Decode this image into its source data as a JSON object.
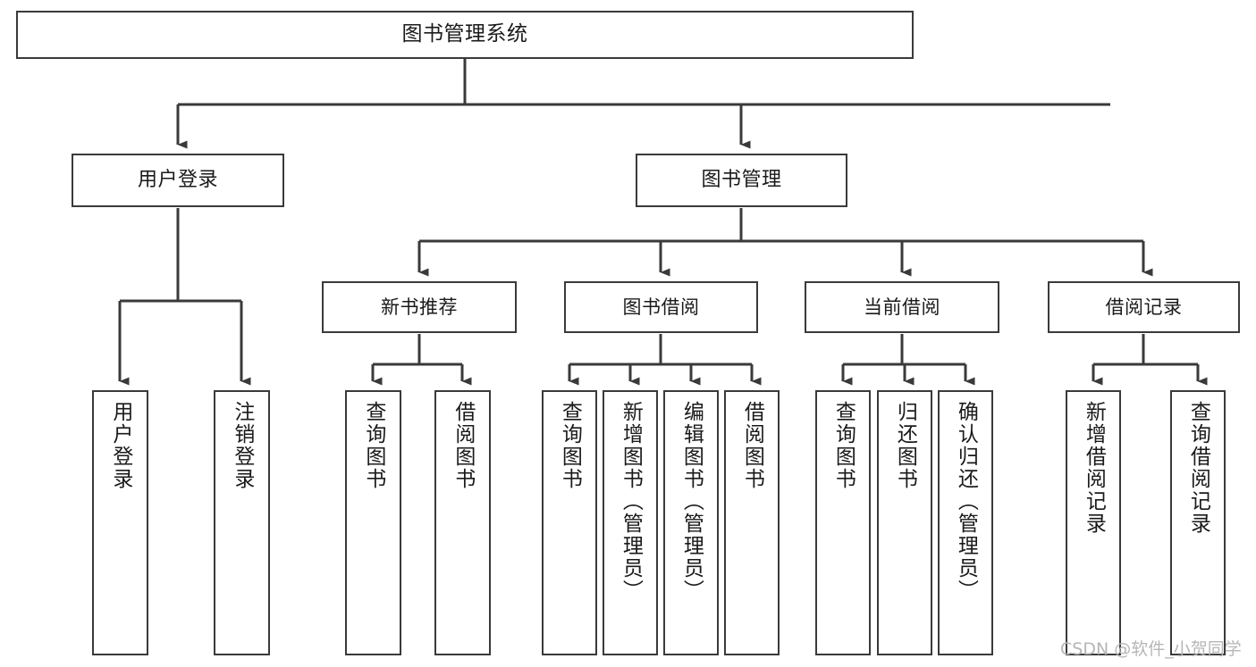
{
  "diagram": {
    "title": "图书管理系统",
    "type": "hierarchy-block-diagram",
    "edge_color": "#3a3a3a",
    "box_border_color": "#3a3a3a",
    "box_fill_color": "#ffffff",
    "background_color": "#ffffff",
    "nodes": {
      "root": {
        "label": "图书管理系统"
      },
      "level2": [
        {
          "label": "用户登录"
        },
        {
          "label": "图书管理"
        }
      ],
      "level3": [
        {
          "label": "新书推荐"
        },
        {
          "label": "图书借阅"
        },
        {
          "label": "当前借阅"
        },
        {
          "label": "借阅记录"
        }
      ],
      "leaves": [
        {
          "label": "用户登录"
        },
        {
          "label": "注销登录"
        },
        {
          "label": "查询图书"
        },
        {
          "label": "借阅图书"
        },
        {
          "label": "查询图书"
        },
        {
          "label": "新增图书（管理员）"
        },
        {
          "label": "编辑图书（管理员）"
        },
        {
          "label": "借阅图书"
        },
        {
          "label": "查询图书"
        },
        {
          "label": "归还图书"
        },
        {
          "label": "确认归还（管理员）"
        },
        {
          "label": "新增借阅记录"
        },
        {
          "label": "查询借阅记录"
        }
      ]
    }
  },
  "watermark": {
    "text": "CSDN @软件_小贺同学"
  }
}
